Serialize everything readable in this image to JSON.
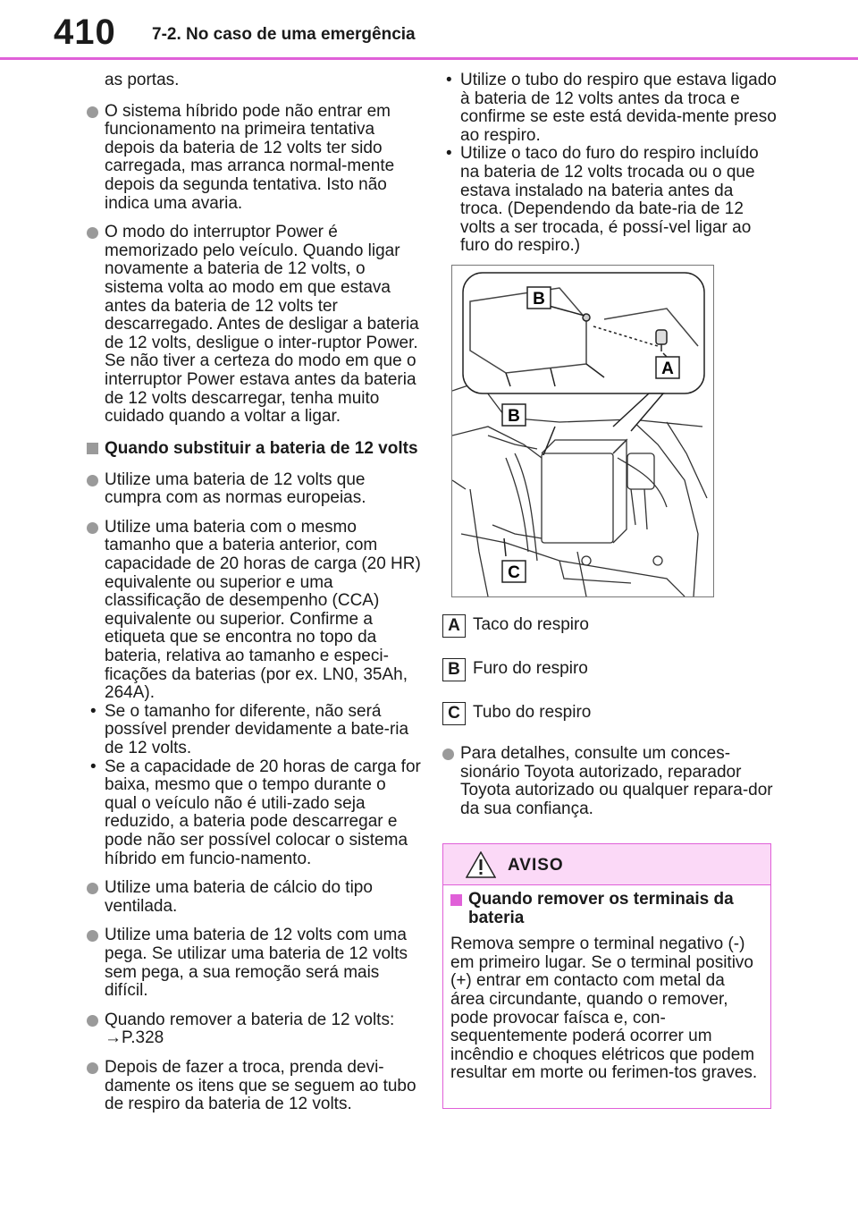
{
  "header": {
    "page_number": "410",
    "section_title": "7-2. No caso de uma emergência"
  },
  "left": {
    "cont_text": "as portas.",
    "bullet1": "O sistema híbrido pode não entrar em funcionamento na primeira tentativa depois da bateria de 12 volts ter sido carregada, mas arranca normal-mente depois da segunda tentativa. Isto não indica uma avaria.",
    "bullet2": "O modo do interruptor Power é memorizado pelo veículo. Quando ligar novamente a bateria de 12 volts, o sistema volta ao modo em que estava antes da bateria de 12 volts ter descarregado. Antes de desligar a bateria de 12 volts, desligue o inter-ruptor Power. Se não tiver a certeza do modo em que o interruptor Power estava antes da bateria de 12 volts descarregar, tenha muito cuidado quando a voltar a ligar.",
    "heading": "Quando substituir a bateria de 12 volts",
    "bullet3": "Utilize uma bateria de 12 volts que cumpra com as normas europeias.",
    "bullet4": "Utilize uma bateria com o mesmo tamanho que a bateria anterior, com capacidade de 20 horas de carga (20 HR) equivalente ou superior e uma classificação de desempenho (CCA) equivalente ou superior. Confirme a etiqueta que se encontra no topo da bateria, relativa ao tamanho e especi-ficações da baterias (por ex. LN0, 35Ah, 264A).",
    "sub1": "Se o tamanho for diferente, não será possível prender devidamente a bate-ria de 12 volts.",
    "sub2": "Se a capacidade de 20 horas de carga for baixa, mesmo que o tempo durante o qual o veículo não é utili-zado seja reduzido, a bateria pode descarregar e pode não ser possível colocar o sistema híbrido em funcio-namento.",
    "bullet5": "Utilize uma bateria de cálcio do tipo ventilada.",
    "bullet6": "Utilize uma bateria de 12 volts com uma pega. Se utilizar uma bateria de 12 volts sem pega, a sua remoção será mais difícil.",
    "bullet7": "Quando remover a bateria de 12 volts: →P.328",
    "bullet8": "Depois de fazer a troca, prenda devi-damente os itens que se seguem ao tubo de respiro da bateria de 12 volts."
  },
  "right": {
    "sub1": "Utilize o tubo do respiro que estava ligado à bateria de 12 volts antes da troca e confirme se este está devida-mente preso ao respiro.",
    "sub2": "Utilize o taco do furo do respiro incluído na bateria de 12 volts trocada ou o que estava instalado na bateria antes da troca. (Dependendo da bate-ria de 12 volts a ser trocada, é possí-vel ligar ao furo do respiro.)",
    "figure_labels": {
      "b_top": "B",
      "a": "A",
      "b_mid": "B",
      "c": "C"
    },
    "legend": [
      {
        "key": "A",
        "text": "Taco do respiro"
      },
      {
        "key": "B",
        "text": "Furo do respiro"
      },
      {
        "key": "C",
        "text": "Tubo do respiro"
      }
    ],
    "bullet": "Para detalhes, consulte um conces-sionário Toyota autorizado, reparador Toyota autorizado ou qualquer repara-dor da sua confiança."
  },
  "warning": {
    "title": "AVISO",
    "sub_heading": "Quando remover os terminais da bateria",
    "text": "Remova sempre o terminal negativo (-) em primeiro lugar. Se o terminal positivo (+) entrar em contacto com metal da área circundante, quando o remover, pode provocar faísca e, con-sequentemente poderá ocorrer um incêndio e choques elétricos que podem resultar em morte ou ferimen-tos graves."
  },
  "colors": {
    "accent": "#e060d8",
    "warning_bg": "#fbd9f7",
    "bullet": "#9a9a9a"
  }
}
